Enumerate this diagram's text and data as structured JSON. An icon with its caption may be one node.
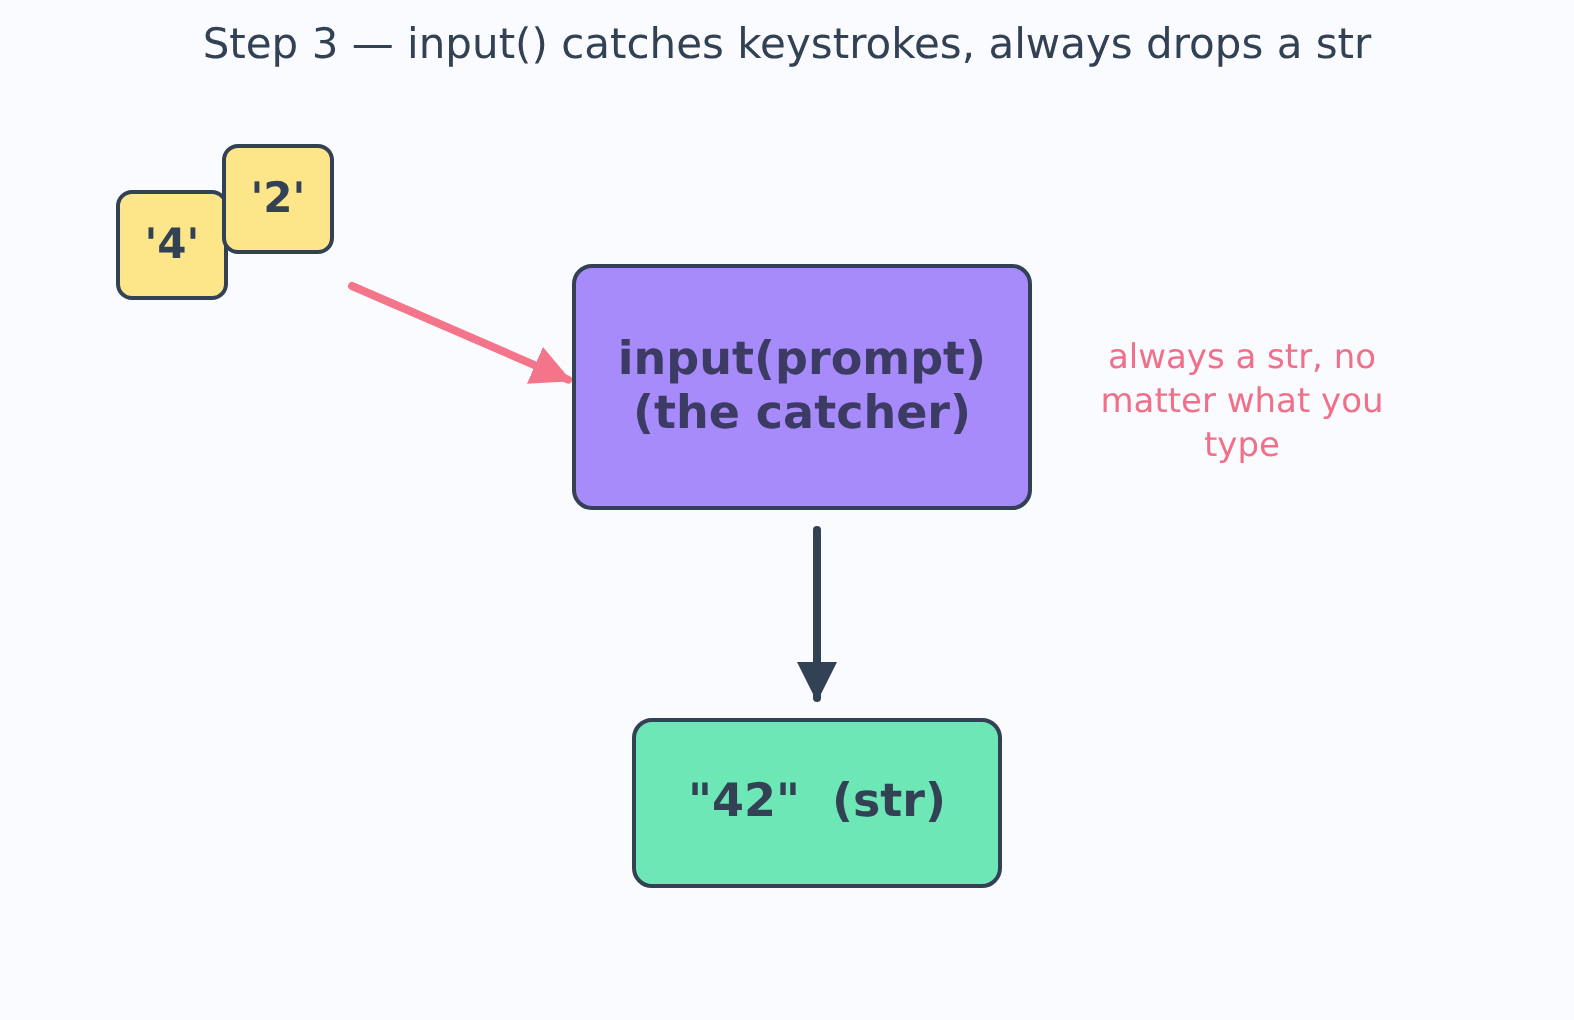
{
  "diagram": {
    "title": "Step 3 — input() catches keystrokes, always drops a str",
    "nodes": [
      {
        "text": [
          "'4'"
        ]
      },
      {
        "text": [
          "'2'"
        ]
      },
      {
        "text": [
          "input(prompt) (the catcher)"
        ],
        "beside": [
          "always a str, no matter what you type"
        ]
      },
      {
        "text": [
          "\"42\"  (str)"
        ]
      }
    ],
    "edges": [
      {
        "from": null,
        "to": 2,
        "arrow": "to",
        "color": "#f47589"
      },
      {
        "from": 2,
        "to": 3,
        "arrow": "to",
        "color": "#334155"
      }
    ]
  }
}
